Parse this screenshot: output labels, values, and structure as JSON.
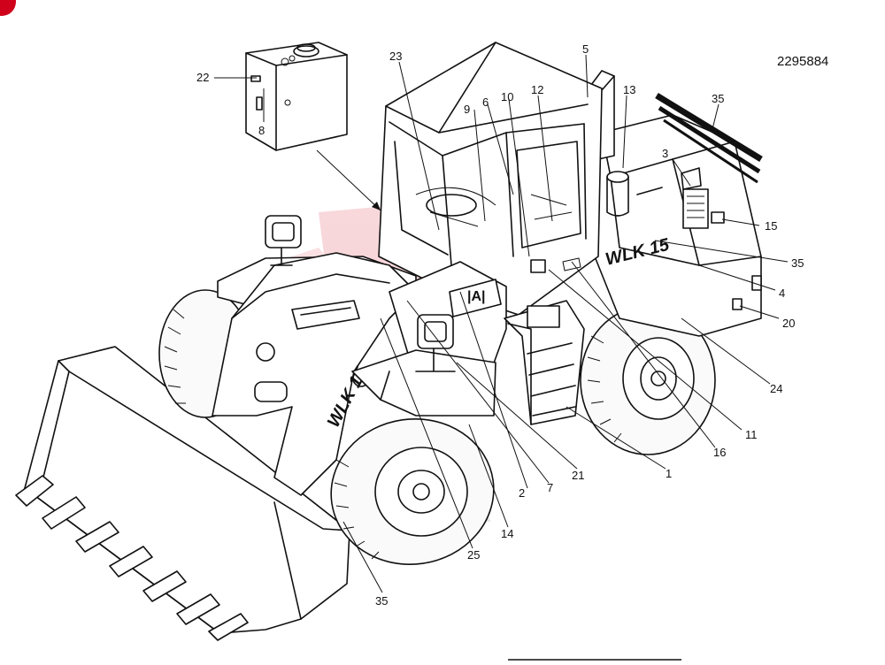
{
  "document_number": "2295884",
  "model_decal": "WLK 15",
  "watermark_text": "EX",
  "callouts": [
    "1",
    "2",
    "3",
    "4",
    "5",
    "6",
    "7",
    "8",
    "9",
    "10",
    "11",
    "12",
    "13",
    "14",
    "15",
    "16",
    "20",
    "21",
    "22",
    "23",
    "24",
    "25",
    "35"
  ],
  "colors": {
    "line": "#111111",
    "watermark": "#f3b8bd",
    "corner_mark": "#d0021b"
  }
}
